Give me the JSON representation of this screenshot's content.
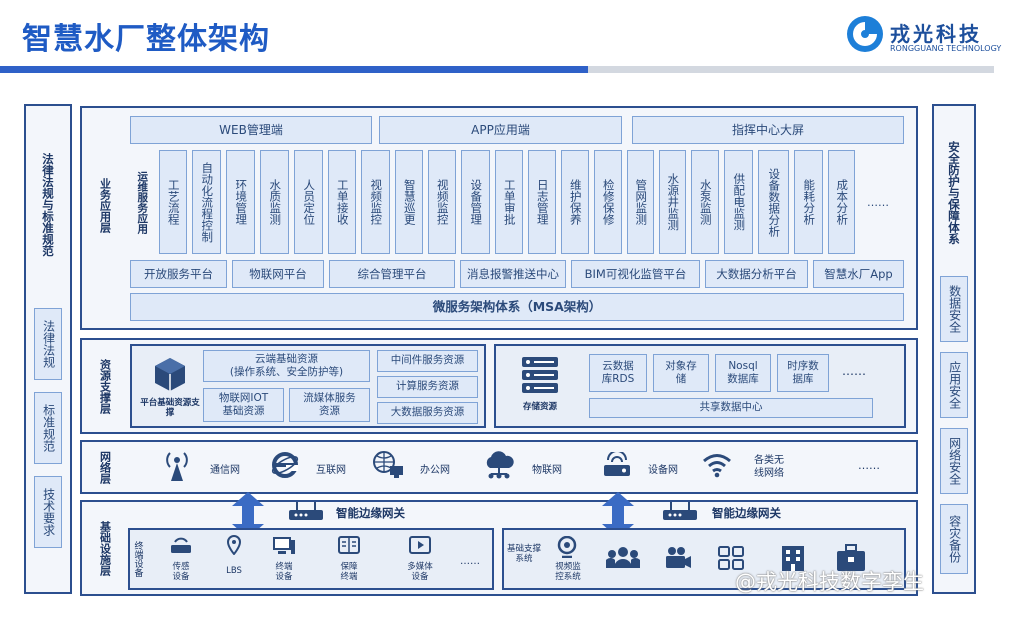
{
  "header": {
    "title": "智慧水厂整体架构",
    "logo_cn": "戎光科技",
    "logo_en": "RONGGUANG TECHNOLOGY"
  },
  "left_panel": {
    "heading": "法律法规与标准规范",
    "items": [
      "法律法规",
      "标准规范",
      "技术要求"
    ]
  },
  "right_panel": {
    "heading": "安全防护与保障体系",
    "items": [
      "数据安全",
      "应用安全",
      "网络安全",
      "容灾备份"
    ]
  },
  "business": {
    "label": "业务应用层",
    "top_row": [
      "WEB管理端",
      "APP应用端",
      "指挥中心大屏"
    ],
    "ops_label": "运维服务应用",
    "services": [
      "工艺流程",
      "自动化流程控制",
      "环境管理",
      "水质监测",
      "人员定位",
      "工单接收",
      "视频监控",
      "智慧巡更",
      "视频监控",
      "设备管理",
      "工单审批",
      "日志管理",
      "维护保养",
      "检修保修",
      "管网监测",
      "水源井监测",
      "水泵监测",
      "供配电监测",
      "设备数据分析",
      "能耗分析",
      "成本分析",
      "……"
    ],
    "platforms": [
      "开放服务平台",
      "物联网平台",
      "综合管理平台",
      "消息报警推送中心",
      "BIM可视化监管平台",
      "大数据分析平台",
      "智慧水厂App"
    ],
    "msa": "微服务架构体系（MSA架构）"
  },
  "resource": {
    "label": "资源支撑层",
    "platform_label": "平台基础资源支撑",
    "cloud": "云端基础资源\n(操作系统、安全防护等)",
    "iot": "物联网IOT\n基础资源",
    "stream": "流媒体服务\n资源",
    "middleware": [
      "中间件服务资源",
      "计算服务资源",
      "大数据服务资源"
    ],
    "storage_label": "存储资源",
    "dbs": [
      "云数据\n库RDS",
      "对象存\n储",
      "Nosql\n数据库",
      "时序数\n据库",
      "……"
    ],
    "shared": "共享数据中心"
  },
  "network": {
    "label": "网络层",
    "items": [
      "通信网",
      "互联网",
      "办公网",
      "物联网",
      "设备网",
      "各类无\n线网络",
      "……"
    ]
  },
  "infra": {
    "label": "基础设施层",
    "gateway": "智能边缘网关",
    "terminal_label": "终端设备",
    "terminals": [
      "传感\n设备",
      "LBS",
      "终端\n设备",
      "保障\n终端",
      "多媒体\n设备",
      "……"
    ],
    "support_label": "基础支撑系统",
    "video": "视频监\n控系统"
  },
  "watermark": "@戎光科技数字孪生",
  "colors": {
    "accent": "#1f5bc4",
    "border": "#2c4f8f",
    "cell": "#dfe9f8"
  }
}
